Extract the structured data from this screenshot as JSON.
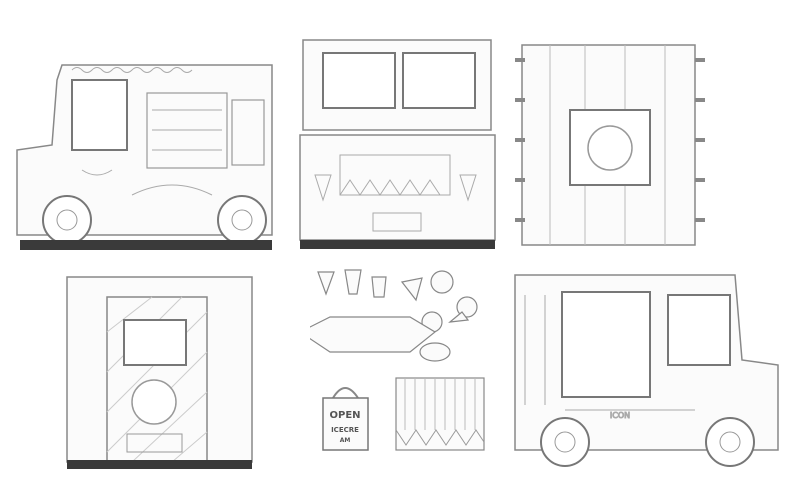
{
  "image": {
    "background": "#ffffff",
    "line_color": "#8a8a8a",
    "base_color": "#3a3a3a",
    "subject": "flat-pack cardboard food-truck coloring kit"
  },
  "hang_sign": {
    "line1": "OPEN",
    "line2": "ICECRE",
    "line3": "AM"
  },
  "van_panel_sign": "ICON"
}
